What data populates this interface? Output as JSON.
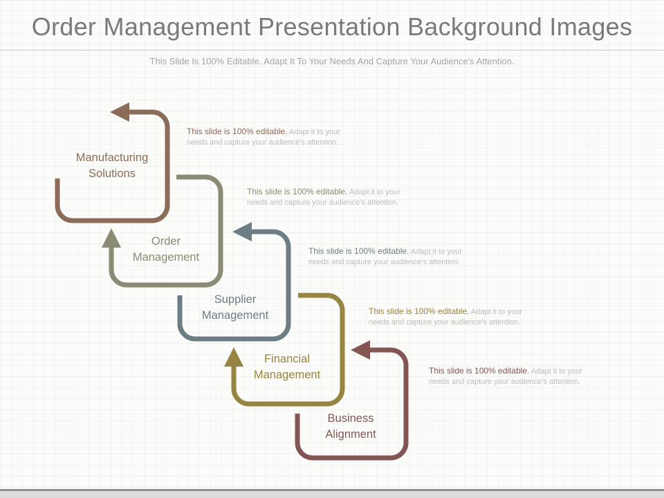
{
  "slide": {
    "title": "Order Management Presentation Background Images",
    "subtitle": "This Slide Is 100% Editable. Adapt It To Your Needs And Capture Your Audience's Attention."
  },
  "steps": [
    {
      "line1": "Manufacturing",
      "line2": "Solutions",
      "color": "#8a6c59",
      "desc_lead": "This slide is 100% editable.",
      "desc_rest": "Adapt it to your needs and capture your audience's attention."
    },
    {
      "line1": "Order",
      "line2": "Management",
      "color": "#8b8a73",
      "desc_lead": "This slide is 100% editable.",
      "desc_rest": "Adapt it to your needs and capture your audience's attention."
    },
    {
      "line1": "Supplier",
      "line2": "Management",
      "color": "#6c7d84",
      "desc_lead": "This slide is 100% editable.",
      "desc_rest": "Adapt it to your needs and capture your audience's attention."
    },
    {
      "line1": "Financial",
      "line2": "Management",
      "color": "#968540",
      "desc_lead": "This slide is 100% editable.",
      "desc_rest": "Adapt it to your needs and capture your audience's attention."
    },
    {
      "line1": "Business",
      "line2": "Alignment",
      "color": "#845653",
      "desc_lead": "This slide is 100% editable.",
      "desc_rest": "Adapt it to your needs and capture your audience's attention."
    }
  ]
}
